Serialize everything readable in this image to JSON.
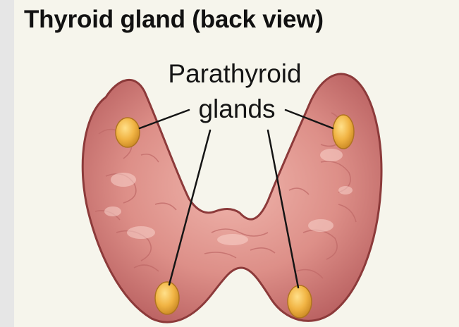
{
  "figure": {
    "title": "Thyroid gland (back view)",
    "label_line1": "Parathyroid",
    "label_line2": "glands"
  },
  "colors": {
    "background": "#f6f5ec",
    "gland_tissue": "#d98680",
    "gland_outline": "#8c3a3a",
    "parathyroid": "#e9ac3a",
    "leader_line": "#151515"
  },
  "icons": [
    "thyroid-gland-illustration",
    "parathyroid-gland-shape"
  ]
}
